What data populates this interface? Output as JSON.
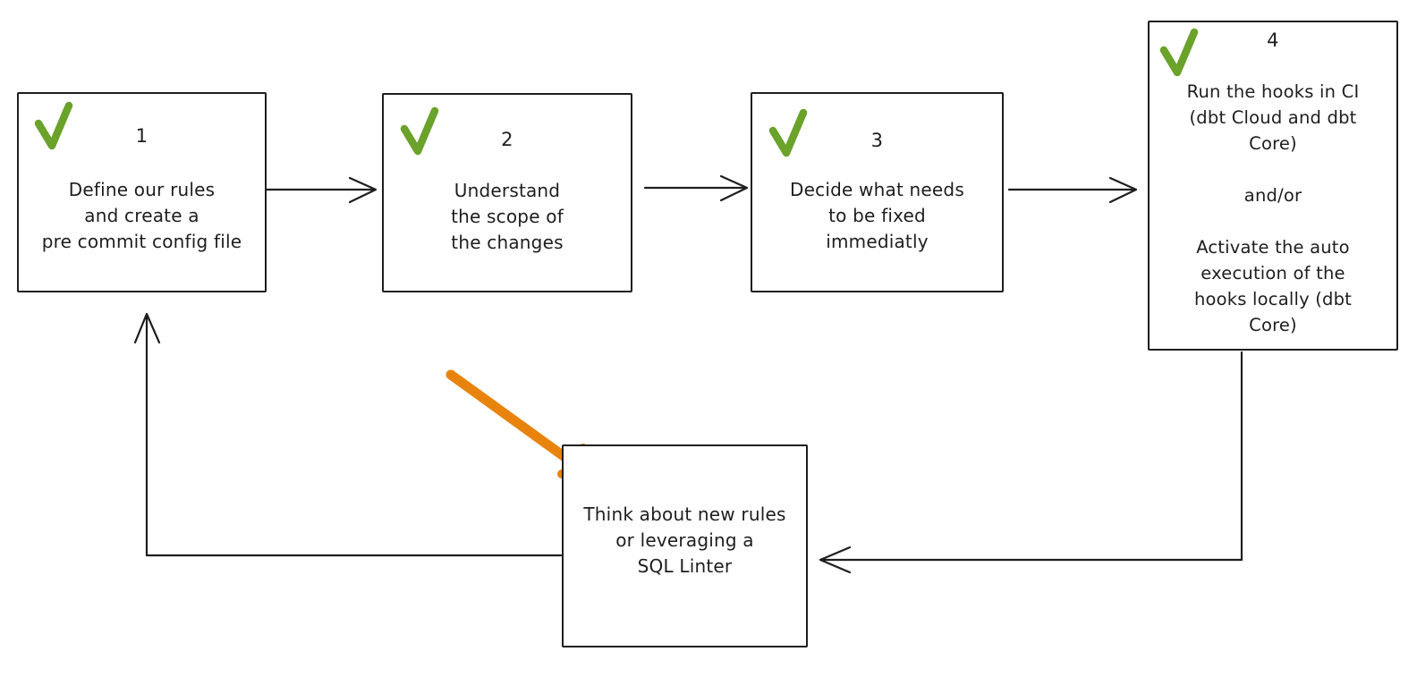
{
  "diagram": {
    "type": "flowchart",
    "background": "#ffffff",
    "colors": {
      "stroke": "#1e1e1e",
      "check_green": "#6aa22a",
      "annotation_orange": "#e8840d"
    },
    "steps": [
      {
        "id": "step-1",
        "number": "1",
        "checked": true,
        "text": "Define our rules\nand create a\npre commit config file"
      },
      {
        "id": "step-2",
        "number": "2",
        "checked": true,
        "text": "Understand\nthe scope of\nthe changes"
      },
      {
        "id": "step-3",
        "number": "3",
        "checked": true,
        "text": "Decide what needs\nto be fixed\nimmediatly"
      },
      {
        "id": "step-4",
        "number": "4",
        "checked": true,
        "text": "Run the hooks in CI\n(dbt Cloud and dbt\nCore)\n\nand/or\n\nActivate the auto\nexecution of the\nhooks locally (dbt\nCore)"
      },
      {
        "id": "loop-box",
        "number": "",
        "checked": false,
        "text": "Think about new rules\nor leveraging a\nSQL Linter"
      }
    ],
    "connectors": [
      {
        "from": "step-1",
        "to": "step-2"
      },
      {
        "from": "step-2",
        "to": "step-3"
      },
      {
        "from": "step-3",
        "to": "step-4"
      },
      {
        "from": "step-4",
        "to": "loop-box"
      },
      {
        "from": "loop-box",
        "to": "step-1"
      }
    ],
    "annotation_arrow": {
      "color": "#e8840d",
      "points_to": "loop-box"
    }
  }
}
